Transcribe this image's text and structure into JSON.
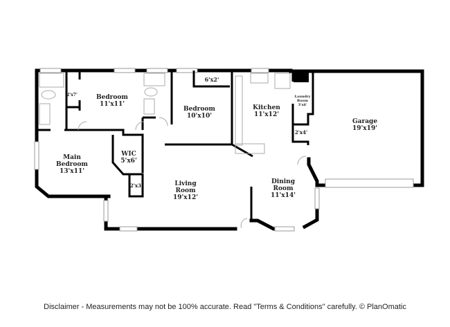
{
  "rooms": {
    "bedroom1": {
      "name": "Bedroom",
      "size": "11'x11'"
    },
    "closet1": {
      "size": "2'x7'"
    },
    "bedroom2": {
      "name": "Bedroom",
      "size": "10'x10'"
    },
    "closet2": {
      "size": "6'x2'"
    },
    "main_bedroom": {
      "name1": "Main",
      "name2": "Bedroom",
      "size": "13'x11'"
    },
    "wic": {
      "name": "WIC",
      "size": "5'x6'"
    },
    "closet3": {
      "size": "2'x3'"
    },
    "living": {
      "name1": "Living",
      "name2": "Room",
      "size": "19'x12'"
    },
    "kitchen": {
      "name": "Kitchen",
      "size": "11'x12'"
    },
    "laundry": {
      "name1": "Laundry",
      "name2": "Room",
      "size": "3'x6'"
    },
    "closet4": {
      "size": "2'x4'"
    },
    "garage": {
      "name": "Garage",
      "size": "19'x19'"
    },
    "dining": {
      "name1": "Dining",
      "name2": "Room",
      "size": "11'x14'"
    }
  },
  "disclaimer": "Disclaimer - Measurements may not be 100% accurate. Read \"Terms & Conditions\" carefully. © PlanOmatic"
}
